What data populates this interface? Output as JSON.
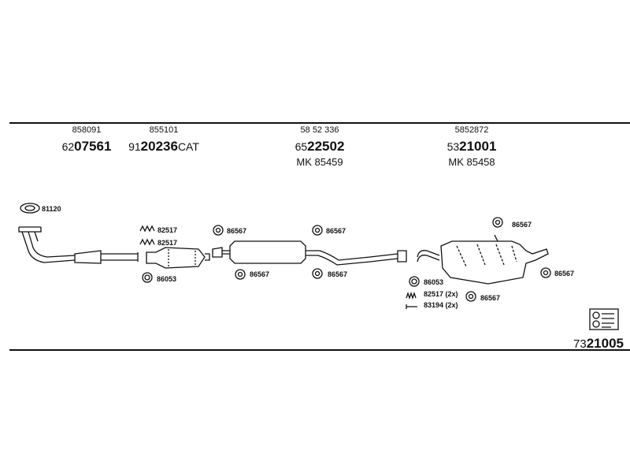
{
  "headers": [
    {
      "ref": "858091",
      "part_prefix": "62",
      "part_main": "07561",
      "part_suffix": "",
      "mk": ""
    },
    {
      "ref": "855101",
      "part_prefix": "91",
      "part_main": "20236",
      "part_suffix": "CAT",
      "mk": ""
    },
    {
      "ref": "58 52 336",
      "part_prefix": "65",
      "part_main": "22502",
      "part_suffix": "",
      "mk": "MK 85459"
    },
    {
      "ref": "5852872",
      "part_prefix": "53",
      "part_main": "21001",
      "part_suffix": "",
      "mk": "MK 85458"
    }
  ],
  "labels": {
    "gasket_front": "81120",
    "clamp_cat_1": "82517",
    "clamp_cat_2": "82517",
    "ring_cat": "86053",
    "hanger_mid_top_left": "86567",
    "hanger_mid_top_right": "86567",
    "hanger_mid_bottom_left": "86567",
    "hanger_mid_bottom_right": "86567",
    "hanger_rear_top": "86567",
    "hanger_rear_right": "86567",
    "ring_rear": "86053",
    "clamp_rear": "82517 (2x)",
    "bolt_rear": "83194 (2x)",
    "hanger_rear_bottom": "86567"
  },
  "catalog": {
    "prefix": "73",
    "main": "21005"
  }
}
